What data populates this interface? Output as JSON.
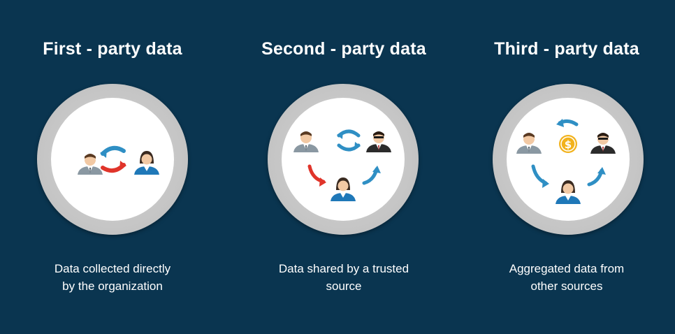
{
  "colors": {
    "background": "#0a3550",
    "arrow_blue": "#2f8fc4",
    "arrow_red": "#e0342a",
    "coin": "#f2b21c",
    "person_suit_gray": "#8a98a2",
    "person_suit_dark": "#2b2b2b",
    "person_woman_blue": "#1f78b8"
  },
  "panels": [
    {
      "title": "First - party data",
      "description_line1": "Data collected directly",
      "description_line2": "by the organization",
      "icons": [
        "man-icon",
        "exchange-arrows-icon",
        "woman-icon"
      ]
    },
    {
      "title": "Second - party data",
      "description_line1": "Data shared by a trusted",
      "description_line2": "source",
      "icons": [
        "man-icon",
        "exchange-arrows-icon",
        "businessman-icon",
        "red-arrow-icon",
        "woman-icon",
        "blue-arrow-icon"
      ]
    },
    {
      "title": "Third - party data",
      "description_line1": "Aggregated data from",
      "description_line2": "other sources",
      "icons": [
        "man-icon",
        "blue-arrow-icon",
        "dollar-coin-icon",
        "businessman-icon",
        "blue-arrow-icon",
        "woman-icon",
        "blue-arrow-icon"
      ]
    }
  ]
}
